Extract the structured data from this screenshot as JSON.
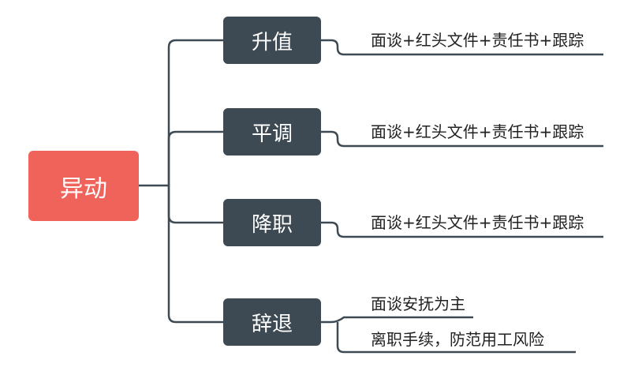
{
  "root": {
    "label": "异动"
  },
  "branches": [
    {
      "label": "升值",
      "leaves": [
        "面谈+红头文件+责任书+跟踪"
      ]
    },
    {
      "label": "平调",
      "leaves": [
        "面谈+红头文件+责任书+跟踪"
      ]
    },
    {
      "label": "降职",
      "leaves": [
        "面谈+红头文件+责任书+跟踪"
      ]
    },
    {
      "label": "辞退",
      "leaves": [
        "面谈安抚为主",
        "离职手续，防范用工风险"
      ]
    }
  ],
  "colors": {
    "root": "#f0635a",
    "branch": "#3d4a53",
    "line": "#3d4a53",
    "text": "#222222"
  }
}
